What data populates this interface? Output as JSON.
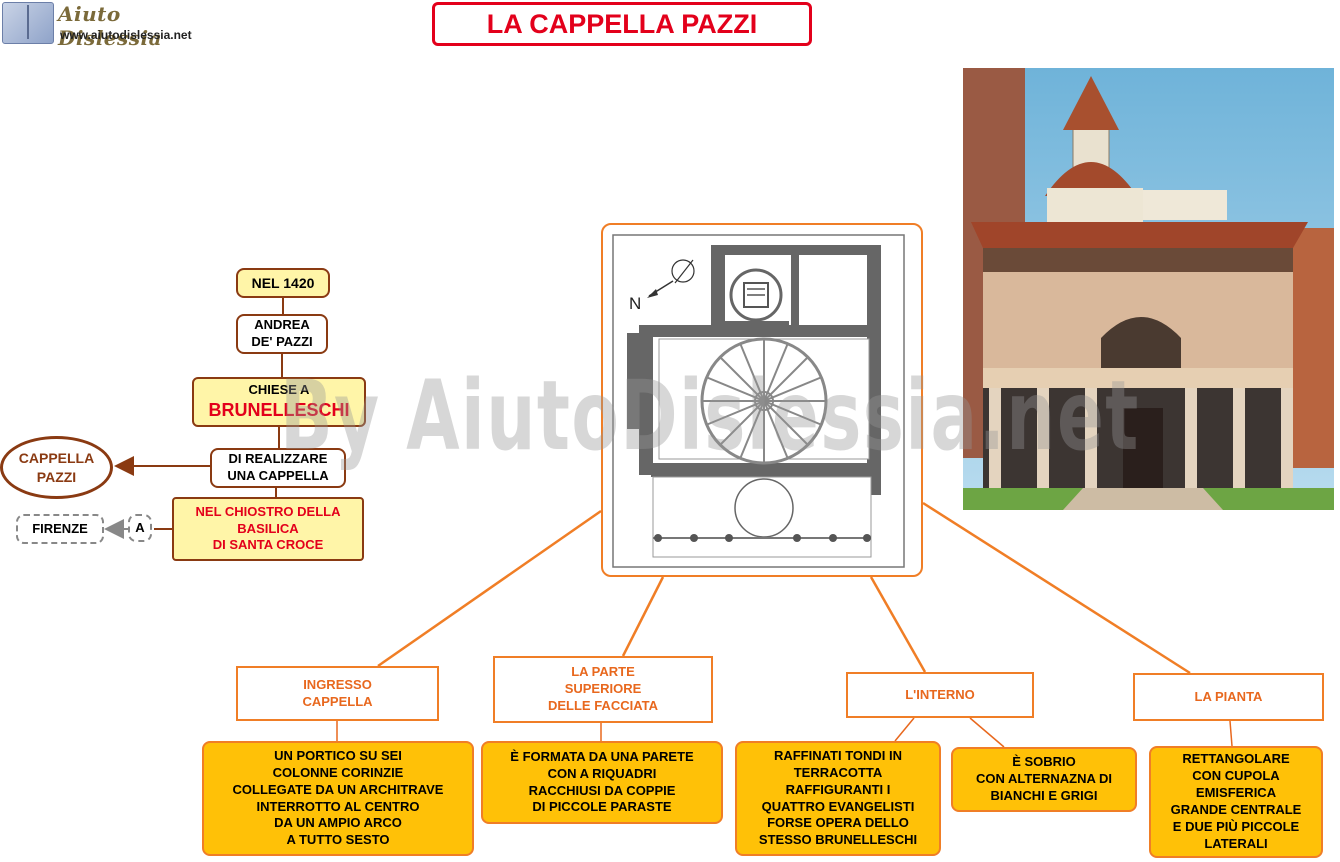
{
  "logo": {
    "name": "Aiuto Dislessia",
    "url": "www.aiutodislessia.net"
  },
  "title": "LA CAPPELLA PAZZI",
  "watermark": "By AiutoDislessia.net",
  "plan": {
    "north_label": "N"
  },
  "left_chain": {
    "year": "NEL 1420",
    "andrea": [
      "ANDREA",
      "DE' PAZZI"
    ],
    "chiese": {
      "line1": "CHIESE A",
      "name": "BRUNELLESCHI"
    },
    "realizzare": [
      "DI REALIZZARE",
      "UNA CAPPELLA"
    ],
    "chiostro": [
      "NEL CHIOSTRO DELLA",
      "BASILICA",
      "DI SANTA CROCE"
    ],
    "cappella": [
      "CAPPELLA",
      "PAZZI"
    ],
    "a_label": "A",
    "firenze": "FIRENZE"
  },
  "branches": {
    "ingresso": {
      "title": [
        "INGRESSO",
        "CAPPELLA"
      ],
      "desc": [
        "UN PORTICO  SU SEI",
        "COLONNE CORINZIE",
        "COLLEGATE DA UN ARCHITRAVE",
        "INTERROTTO AL CENTRO",
        "DA UN AMPIO ARCO",
        "A TUTTO SESTO"
      ]
    },
    "superiore": {
      "title": [
        "LA PARTE",
        "SUPERIORE",
        "DELLE FACCIATA"
      ],
      "desc": [
        "È FORMATA DA UNA PARETE",
        "CON A RIQUADRI",
        "RACCHIUSI DA COPPIE",
        "DI PICCOLE PARASTE"
      ]
    },
    "interno": {
      "title": [
        "L'INTERNO"
      ],
      "desc1": [
        "RAFFINATI TONDI IN",
        "TERRACOTTA",
        "RAFFIGURANTI I",
        "QUATTRO EVANGELISTI",
        "FORSE OPERA DELLO",
        "STESSO BRUNELLESCHI"
      ],
      "desc2": [
        "È SOBRIO",
        "CON ALTERNAZNA DI",
        "BIANCHI E GRIGI"
      ]
    },
    "pianta": {
      "title": [
        "LA PIANTA"
      ],
      "desc": [
        "RETTANGOLARE",
        "CON CUPOLA",
        "EMISFERICA",
        "GRANDE CENTRALE",
        "E DUE PIÙ PICCOLE",
        "LATERALI"
      ]
    }
  }
}
